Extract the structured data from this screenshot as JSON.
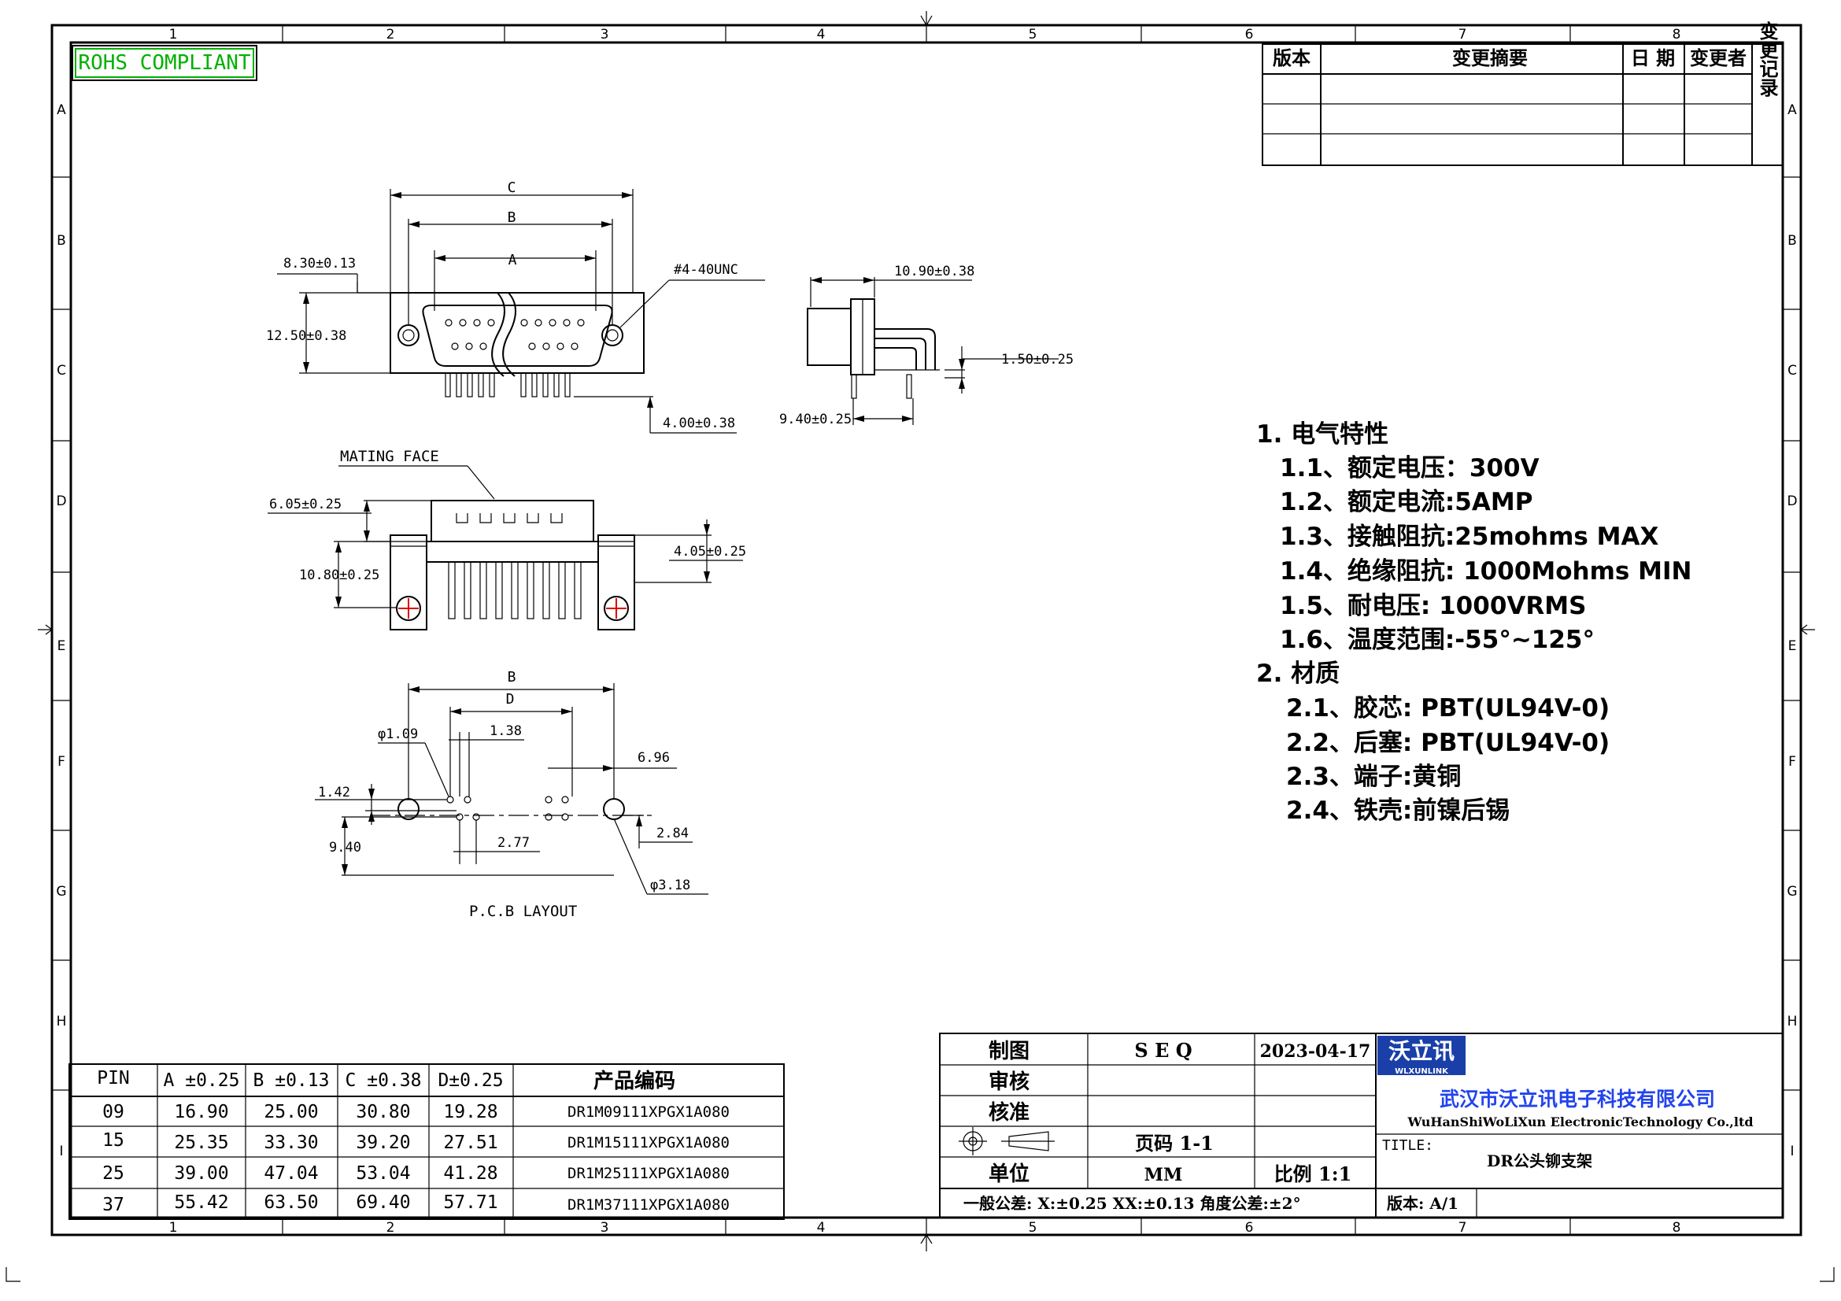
{
  "frame": {
    "col_labels": [
      "1",
      "2",
      "3",
      "4",
      "5",
      "6",
      "7",
      "8"
    ],
    "row_labels": [
      "A",
      "B",
      "C",
      "D",
      "E",
      "F",
      "G",
      "H",
      "I"
    ]
  },
  "rohs": "ROHS COMPLIANT",
  "revision_table": {
    "headers": [
      "版本",
      "变更摘要",
      "日 期",
      "变更者"
    ],
    "side_label": "变更记录"
  },
  "dims": {
    "c": "C",
    "b": "B",
    "a": "A",
    "d": "D",
    "d830": "8.30±0.13",
    "d1250": "12.50±0.38",
    "screw": "#4-40UNC",
    "d400": "4.00±0.38",
    "d1090": "10.90±0.38",
    "d150": "1.50±0.25",
    "d940": "9.40±0.25",
    "mating": "MATING FACE",
    "d605": "6.05±0.25",
    "d1080": "10.80±0.25",
    "d405": "4.05±0.25",
    "phi109": "φ1.09",
    "d138": "1.38",
    "d696": "6.96",
    "d142": "1.42",
    "p940": "9.40",
    "d277": "2.77",
    "d284": "2.84",
    "phi318": "φ3.18",
    "pcb": "P.C.B LAYOUT"
  },
  "specs": {
    "h1": "1. 电气特性",
    "items1": [
      "1.1、额定电压：300V",
      "1.2、额定电流:5AMP",
      "1.3、接触阻抗:25mohms MAX",
      "1.4、绝缘阻抗: 1000Mohms MIN",
      "1.5、耐电压: 1000VRMS",
      "1.6、温度范围:-55°~125°"
    ],
    "h2": "2. 材质",
    "items2": [
      "2.1、胶芯: PBT(UL94V-0)",
      "2.2、后塞: PBT(UL94V-0)",
      "2.3、端子:黄铜",
      "2.4、铁壳:前镍后锡"
    ]
  },
  "pin_table": {
    "headers": [
      "PIN",
      "A ±0.25",
      "B ±0.13",
      "C ±0.38",
      "D±0.25",
      "产品编码"
    ],
    "rows": [
      [
        "09",
        "16.90",
        "25.00",
        "30.80",
        "19.28",
        "DR1M09111XPGX1A080"
      ],
      [
        "15",
        "25.35",
        "33.30",
        "39.20",
        "27.51",
        "DR1M15111XPGX1A080"
      ],
      [
        "25",
        "39.00",
        "47.04",
        "53.04",
        "41.28",
        "DR1M25111XPGX1A080"
      ],
      [
        "37",
        "55.42",
        "63.50",
        "69.40",
        "57.71",
        "DR1M37111XPGX1A080"
      ]
    ]
  },
  "title_block": {
    "draw_label": "制图",
    "drawer": "S E Q",
    "date": "2023-04-17",
    "check_label": "审核",
    "approve_label": "核准",
    "page": "页码 1-1",
    "unit_label": "单位",
    "unit": "MM",
    "scale": "比例 1:1",
    "tolerance": "一般公差:  X:±0.25  XX:±0.13  角度公差:±2°",
    "version": "版本: A/1",
    "logo_cn": "沃立讯",
    "logo_en": "WLXUNLINK",
    "company_cn": "武汉市沃立讯电子科技有限公司",
    "company_en": "WuHanShiWoLiXun ElectronicTechnology Co.,ltd",
    "title_label": "TITLE:",
    "title": "DR公头铆支架"
  },
  "colors": {
    "rohs": "#00b000",
    "company": "#2244ee",
    "logo_bg": "#1a3fa8",
    "mark": "#e00000"
  }
}
